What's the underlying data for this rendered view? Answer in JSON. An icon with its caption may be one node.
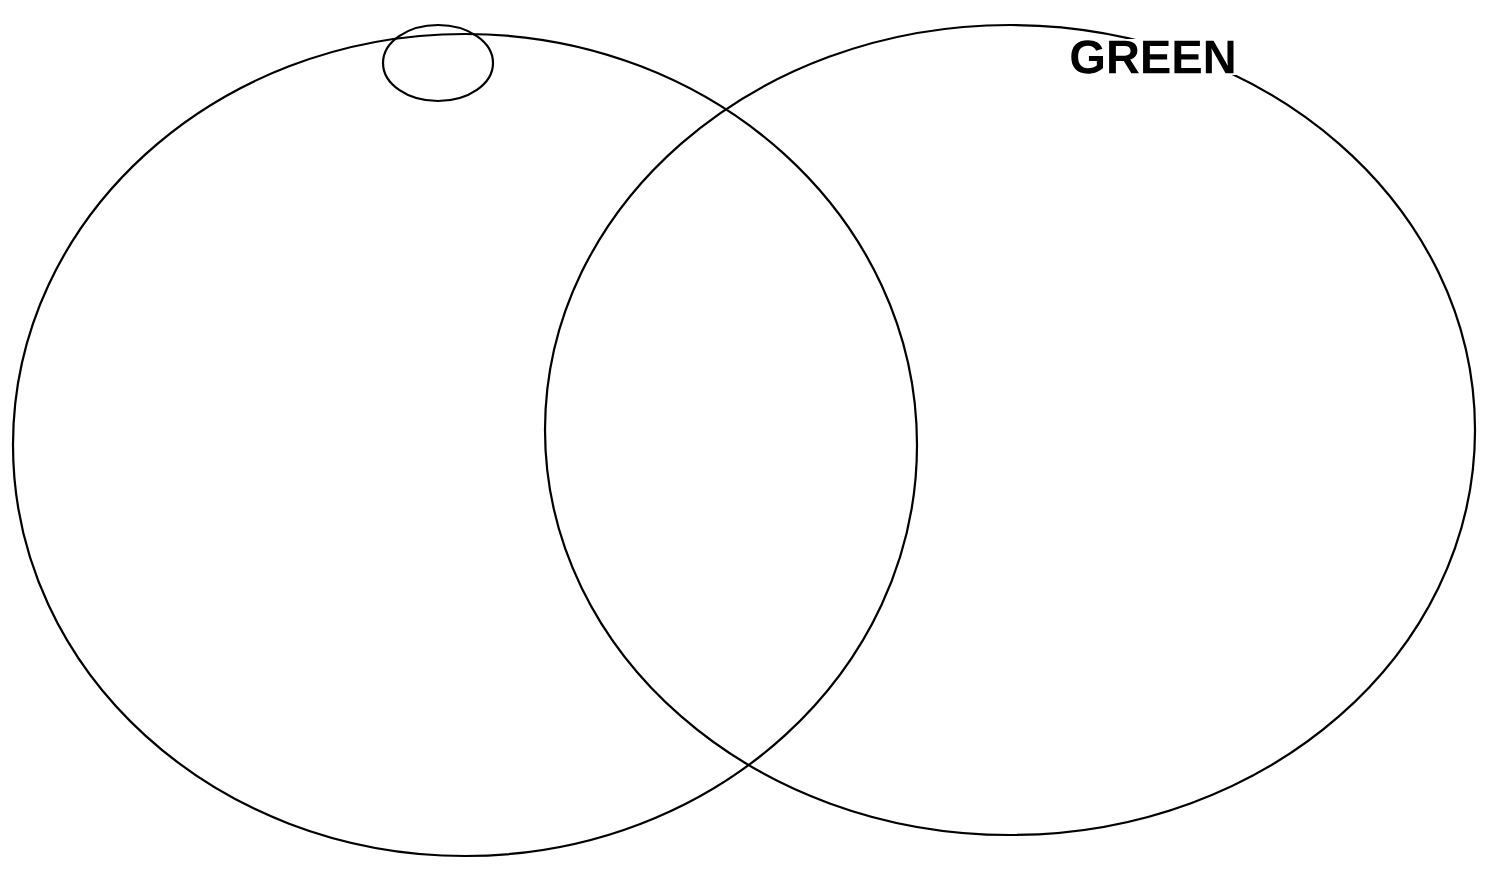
{
  "diagram": {
    "nodes": [
      {
        "text": [],
        "shape": "circle"
      },
      {
        "text": [],
        "shape": "circle"
      },
      {
        "text": [],
        "shape": "circle"
      }
    ],
    "labels": [
      "GREEN"
    ]
  }
}
